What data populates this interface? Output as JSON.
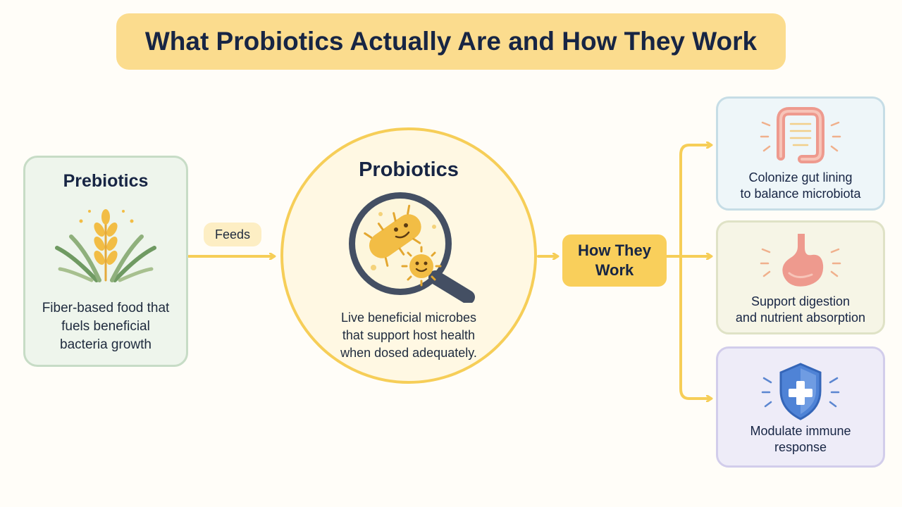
{
  "title": "What Probiotics Actually Are and How They Work",
  "prebiotics": {
    "heading": "Prebiotics",
    "lines": [
      "Fiber-based food that",
      "fuels beneficial",
      "bacteria growth"
    ]
  },
  "feeds_label": "Feeds",
  "probiotics": {
    "heading": "Probiotics",
    "lines": [
      "Live beneficial microbes",
      "that support host health",
      "when dosed adequately."
    ]
  },
  "how": {
    "lines": [
      "How They",
      "Work"
    ]
  },
  "effects": [
    {
      "lines": [
        "Colonize gut lining",
        "to balance microbiota"
      ],
      "icon": "intestine-icon"
    },
    {
      "lines": [
        "Support digestion",
        "and nutrient absorption"
      ],
      "icon": "stomach-icon"
    },
    {
      "lines": [
        "Modulate immune",
        "response"
      ],
      "icon": "shield-icon"
    }
  ],
  "colors": {
    "accent_yellow": "#f6ce58",
    "title_bg": "#fbdc8e",
    "text_dark": "#172544",
    "shield_blue": "#4f83d6",
    "organ_pink": "#ee9a8e"
  }
}
